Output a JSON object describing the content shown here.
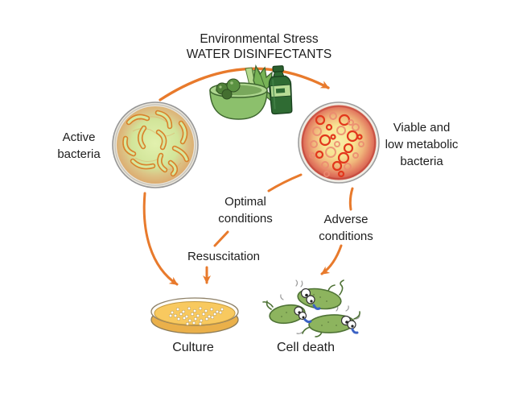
{
  "diagram": {
    "title": {
      "line1": "Environmental Stress",
      "line2": "WATER DISINFECTANTS"
    },
    "nodes": {
      "active_bacteria": "Active\nbacteria",
      "viable_bacteria": "Viable and\nlow metabolic\nbacteria",
      "culture": "Culture",
      "cell_death": "Cell death"
    },
    "edges": {
      "optimal_conditions": "Optimal\nconditions",
      "adverse_conditions": "Adverse\nconditions",
      "resuscitation": "Resuscitation"
    },
    "icons": {
      "salad_bowl": "salad-bowl-with-greens",
      "disinfectant_bottle": "disinfectant-bottle",
      "active_dish": "petri-dish-active-rod-bacteria",
      "viable_dish": "petri-dish-red-ring-bacteria",
      "culture_dish": "agar-plate-white-colonies",
      "dead_cells": "three-dead-cartoon-bacteria"
    },
    "colors": {
      "arrow": "#E87A2C",
      "text": "#1D1D1D",
      "background": "#FFFFFF",
      "active_dish_medium": "#D5E79C",
      "active_rod_outline": "#D9822B",
      "viable_dish_edge": "#CC4A40",
      "viable_dish_center": "#F9EDA6",
      "viable_ring": "#E2371C",
      "culture_agar": "#F8C95F",
      "dead_cell_green": "#8DB45E",
      "bottle_green": "#2F6B33"
    }
  }
}
